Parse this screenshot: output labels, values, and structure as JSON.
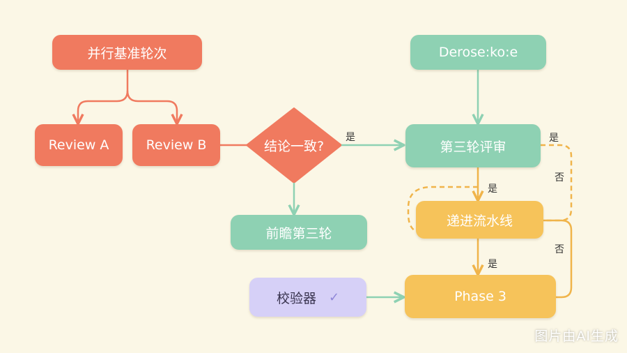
{
  "nodes": {
    "parallel": "并行基准轮次",
    "review_a": "Review A",
    "review_b": "Review B",
    "decision": "结论一致?",
    "derose": "Derose:ko:e",
    "third_review": "第三轮评审",
    "preview_third": "前瞻第三轮",
    "pipeline": "递进流水线",
    "validator": "校验器",
    "validator_check": "✓",
    "phase3": "Phase 3"
  },
  "edge_labels": {
    "decision_yes": "是",
    "third_yes_right": "是",
    "third_no": "否",
    "third_yes_down": "是",
    "pipeline_no": "否",
    "pipeline_yes": "是"
  },
  "watermark": "图片由AI生成",
  "colors": {
    "red": "#f07a5f",
    "green": "#8ed1b3",
    "yellow": "#f6c35a",
    "lavender": "#d6d0f7",
    "background": "#fbf7e6"
  }
}
